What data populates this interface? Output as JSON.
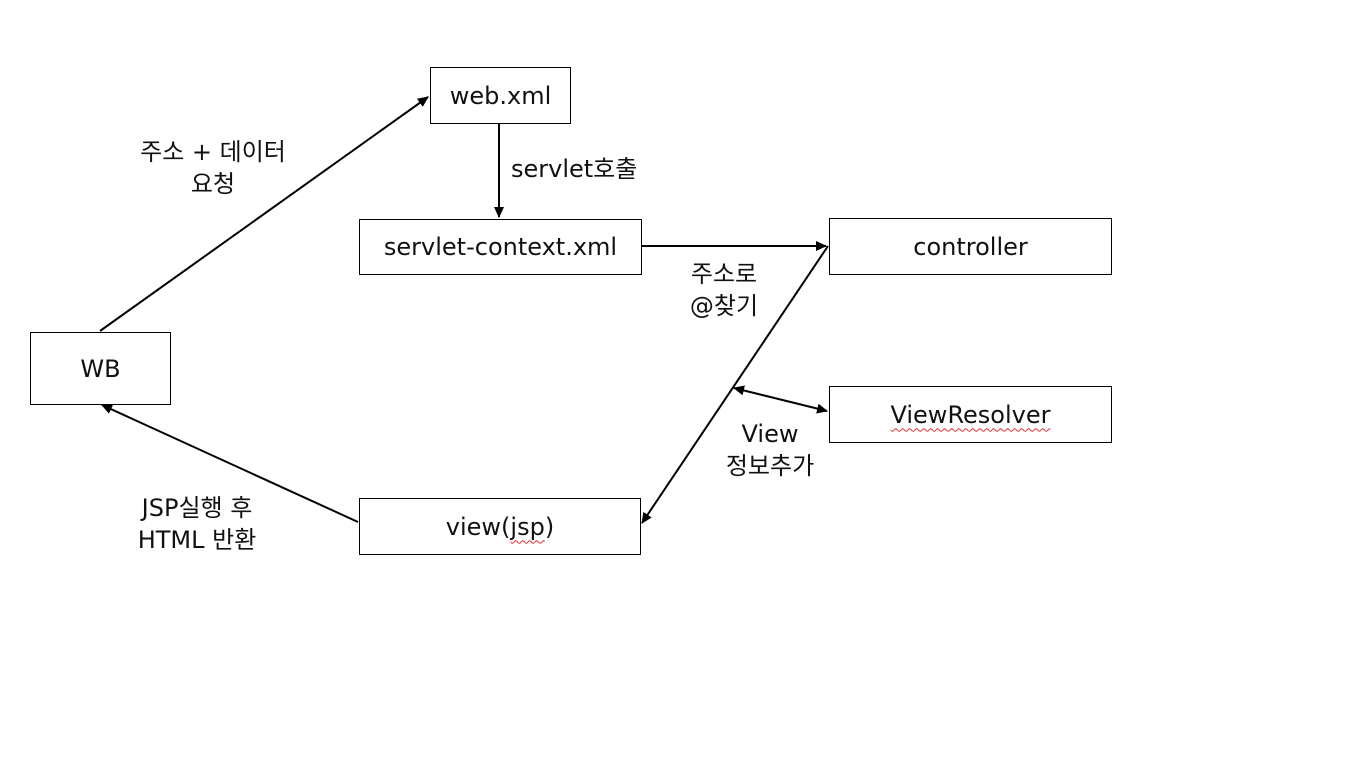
{
  "nodes": {
    "web_xml": "web.xml",
    "servlet_context": "servlet-context.xml",
    "controller": "controller",
    "wb": "WB",
    "view_resolver": "ViewResolver",
    "view": {
      "prefix": "view(",
      "squiggle": "jsp",
      "suffix": ")"
    }
  },
  "edges": {
    "wb_to_webxml": [
      "주소 + 데이터",
      "요청"
    ],
    "webxml_to_servlet": [
      "servlet호출"
    ],
    "servlet_to_controller": [
      "주소로",
      "@찾기"
    ],
    "resolver_view_info": [
      "View",
      "정보추가"
    ],
    "view_to_wb": [
      "JSP실행 후",
      "HTML 반환"
    ]
  },
  "colors": {
    "stroke": "#000000",
    "spellcheck": "#e03030"
  }
}
